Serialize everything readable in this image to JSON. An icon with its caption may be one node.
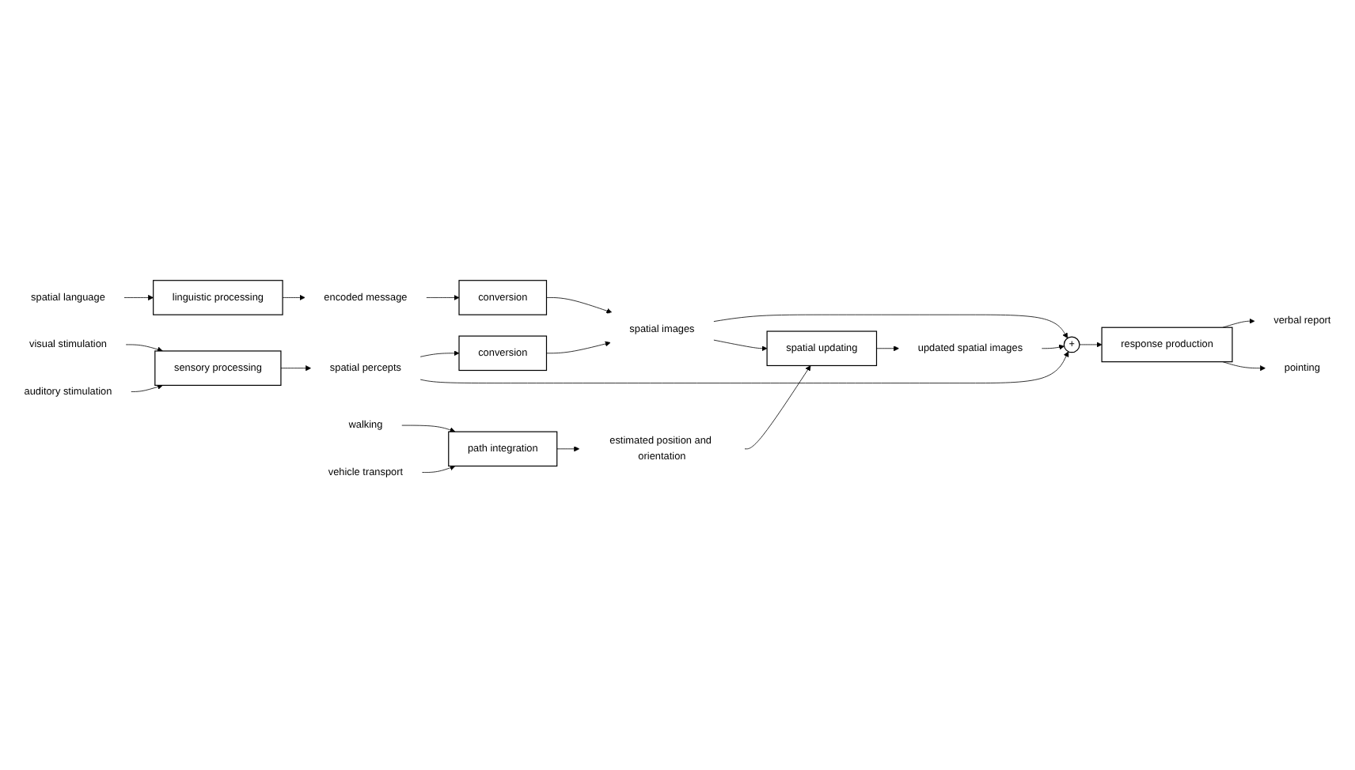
{
  "diagram": {
    "nodes": [
      {
        "text": [
          "spatial language"
        ]
      },
      {
        "text": [
          "linguistic processing"
        ]
      },
      {
        "text": [
          "encoded message"
        ]
      },
      {
        "text": [
          "visual stimulation"
        ]
      },
      {
        "text": [
          "auditory stimulation"
        ]
      },
      {
        "text": [
          "sensory processing"
        ]
      },
      {
        "text": [
          "spatial percepts"
        ]
      },
      {
        "text": [
          "conversion"
        ]
      },
      {
        "text": [
          "conversion"
        ]
      },
      {
        "text": [
          "spatial images"
        ]
      },
      {
        "text": [
          "walking"
        ]
      },
      {
        "text": [
          "path integration"
        ]
      },
      {
        "text": [
          "vehicle transport"
        ]
      },
      {
        "text": [
          "estimated position and orientation"
        ]
      },
      {
        "text": [
          "spatial updating"
        ]
      },
      {
        "text": [
          "updated spatial images"
        ]
      },
      {
        "text": [
          "+"
        ]
      },
      {
        "text": [
          "response production"
        ]
      },
      {
        "text": [
          "verbal report"
        ]
      },
      {
        "text": [
          "pointing"
        ]
      }
    ],
    "edges": [
      {
        "from": 0,
        "to": 1,
        "arrow": "to"
      },
      {
        "from": 1,
        "to": 2,
        "arrow": "to"
      },
      {
        "from": 3,
        "to": 5,
        "arrow": "to"
      },
      {
        "from": 4,
        "to": 5,
        "arrow": "to"
      },
      {
        "from": 5,
        "to": 6,
        "arrow": "to"
      },
      {
        "from": 2,
        "to": 7,
        "arrow": "to"
      },
      {
        "from": 6,
        "to": 8,
        "arrow": "to"
      },
      {
        "from": 6,
        "to": 16,
        "arrow": "to"
      },
      {
        "from": 7,
        "to": 9,
        "arrow": "to"
      },
      {
        "from": 8,
        "to": 9,
        "arrow": "to"
      },
      {
        "from": 9,
        "to": 16,
        "arrow": "to"
      },
      {
        "from": 10,
        "to": 11,
        "arrow": "to"
      },
      {
        "from": 12,
        "to": 11,
        "arrow": "to"
      },
      {
        "from": 11,
        "to": 13,
        "arrow": "to"
      },
      {
        "from": 13,
        "to": 14,
        "arrow": "to"
      },
      {
        "from": 9,
        "to": 14,
        "arrow": "to"
      },
      {
        "from": 14,
        "to": 15,
        "arrow": "to"
      },
      {
        "from": 15,
        "to": 16,
        "arrow": "to"
      },
      {
        "from": 16,
        "to": 17,
        "arrow": "to"
      },
      {
        "from": 17,
        "to": 18,
        "arrow": "to"
      },
      {
        "from": 17,
        "to": 19,
        "arrow": "to"
      }
    ]
  }
}
